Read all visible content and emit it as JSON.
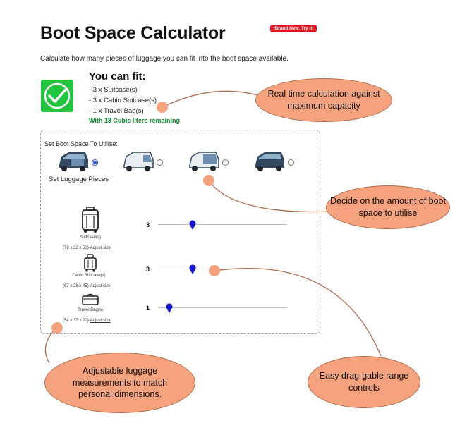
{
  "page": {
    "title": "Boot Space Calculator",
    "badge": "*Brand New. Try It*",
    "description": "Calculate how many pieces of luggage you can fit into the boot space available."
  },
  "result": {
    "heading": "You can fit:",
    "lines": [
      "- 3 x Suitcase(s)",
      "- 3 x Cabin Suitcase(s)",
      "- 1 x Travel Bag(s)"
    ],
    "remaining": "With 18 Cubic liters remaining",
    "icon": "checkmark-icon"
  },
  "boot": {
    "label": "Set Boot Space To Utilise:",
    "options": [
      {
        "icon": "car-boot-full-icon",
        "selected": true
      },
      {
        "icon": "car-boot-rear-icon",
        "selected": false
      },
      {
        "icon": "car-boot-side-icon",
        "selected": false
      },
      {
        "icon": "car-boot-open-icon",
        "selected": false
      }
    ]
  },
  "luggage": {
    "heading": "Set Luggage Pieces",
    "items": [
      {
        "name": "Suitcase(s)",
        "dims": "(78 x 32 x 50)-",
        "adjust": "Adjust size",
        "count": "3",
        "level": 0.27,
        "icon": "suitcase-icon"
      },
      {
        "name": "Cabin Suitcase(s)",
        "dims": "(67 x 28 x 45)-",
        "adjust": "Adjust size",
        "count": "3",
        "level": 0.27,
        "icon": "cabin-suitcase-icon"
      },
      {
        "name": "Travel Bag(s)",
        "dims": "(54 x 37 x 20)-",
        "adjust": "Adjust size",
        "count": "1",
        "level": 0.09,
        "icon": "travel-bag-icon"
      }
    ]
  },
  "callouts": [
    "Real time calculation against maximum capacity",
    "Decide on the amount of boot space to utilise",
    "Adjustable luggage measurements to match personal dimensions.",
    "Easy drag-gable range controls"
  ],
  "colors": {
    "accent_green": "#22c43f",
    "remaining_text": "#0a8a2d",
    "slider_thumb": "#1515c9",
    "badge": "#e8111b",
    "callout_fill": "#f5a37f"
  }
}
